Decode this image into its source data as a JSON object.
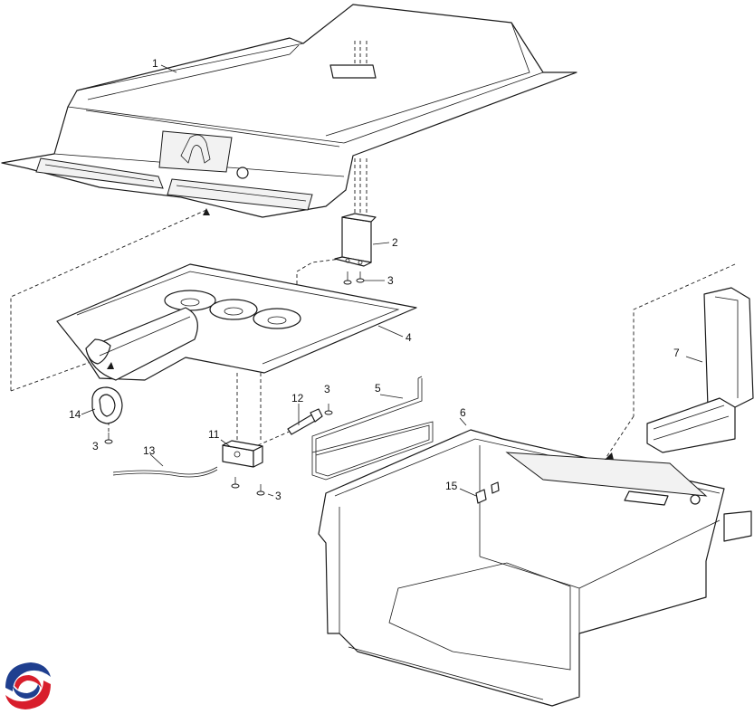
{
  "callouts": {
    "c1": "1",
    "c2": "2",
    "c3a": "3",
    "c3b": "3",
    "c3c": "3",
    "c3d": "3",
    "c4": "4",
    "c5": "5",
    "c6": "6",
    "c7": "7",
    "c11": "11",
    "c12": "12",
    "c13": "13",
    "c14": "14",
    "c15": "15"
  },
  "colors": {
    "line": "#1a1a1a",
    "logo_blue": "#1f3f8f",
    "logo_red": "#d81e2c"
  },
  "logo": {
    "icon": "brand-swirl-logo"
  }
}
